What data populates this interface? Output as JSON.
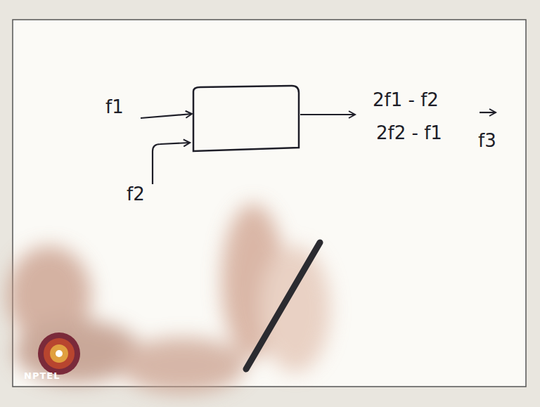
{
  "diagram": {
    "labels": [
      "f1",
      "f2",
      "2f1 - f2",
      "2f2 - f1",
      "f3",
      "NPTEL"
    ]
  }
}
